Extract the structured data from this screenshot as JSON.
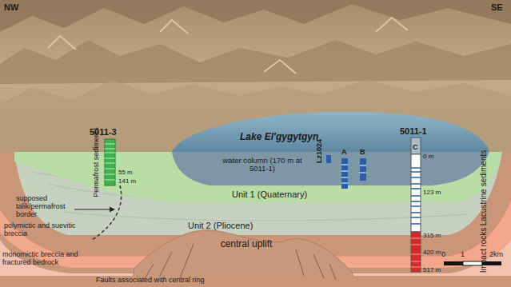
{
  "diagram": {
    "labels": [
      "NW",
      "SE",
      "Lake El'gygytgyn",
      "5011-3",
      "Permafrost sediments",
      "55 m",
      "141 m",
      "water column (170 m at 5011-1)",
      "Lz1024",
      "A",
      "B",
      "5011-1",
      "C",
      "0 m",
      "Unit 1 (Quaternary)",
      "123 m",
      "Lacustrine sediments",
      "Unit 2 (Pliocene)",
      "supposed talik/permafrost border",
      "polymictic and suevitic breccia",
      "315 m",
      "central uplift",
      "monomictic breccia and fractured bedrock",
      "420 m",
      "Impact rocks",
      "517 m",
      "Faults associated with central ring",
      "0",
      "1",
      "2km"
    ]
  }
}
